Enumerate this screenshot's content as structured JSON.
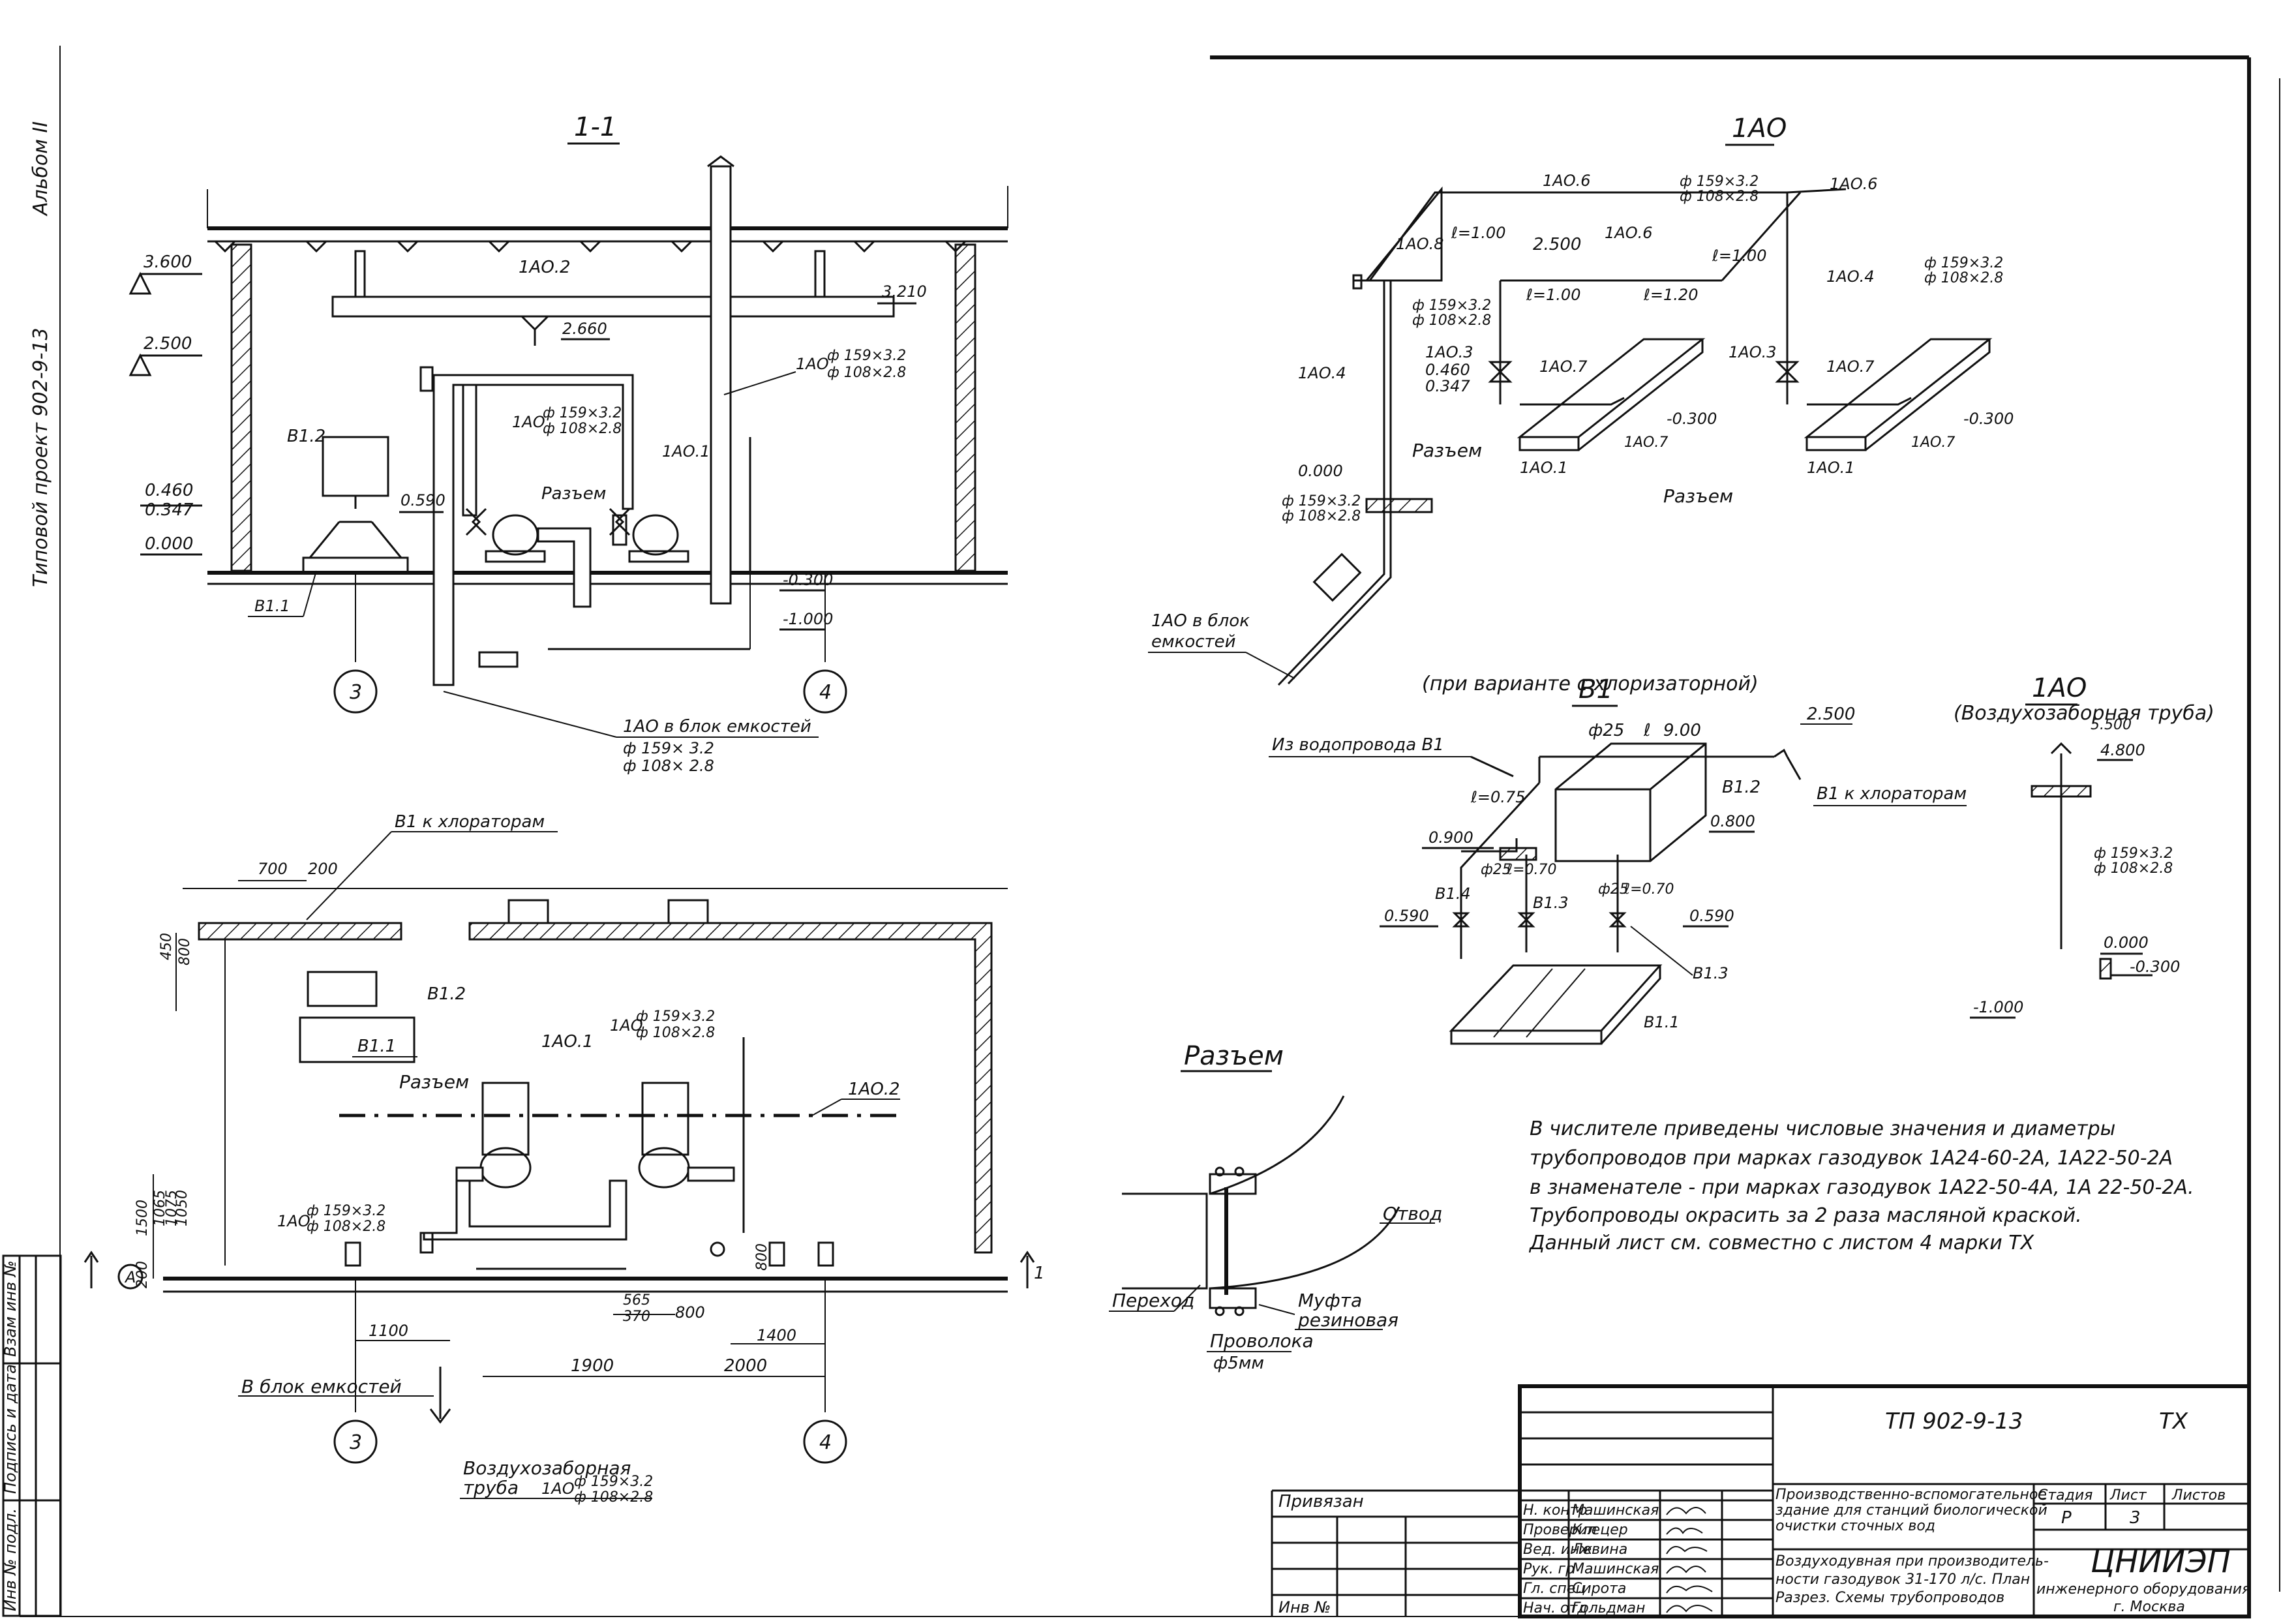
{
  "frame": {
    "side_album": "Альбом II",
    "side_project": "Типовой проект 902-9-13",
    "stamp_cols": [
      "Инв № подл.",
      "Подпись и дата",
      "Взам инв №"
    ]
  },
  "section_1_1": {
    "title": "1-1",
    "levels": [
      "3.600",
      "2.500",
      "0.460",
      "0.347",
      "0.000",
      "3.210",
      "2.660",
      "0.590",
      "-0.300",
      "-1.000"
    ],
    "labels": {
      "ao2": "1АО.2",
      "b12": "В1.2",
      "ao": "1АО",
      "ao1": "1АО.1",
      "b11": "В1.1",
      "razem": "Разъем",
      "pipe1_num": "ф 159×3.2",
      "pipe1_den": "ф 108×2.8",
      "pipe2_num": "ф 159×3.2",
      "pipe2_den": "ф 108×2.8",
      "ao_small": "1АО",
      "to_tanks": "1АО в блок емкостей",
      "to_tanks_num": "ф 159× 3.2",
      "to_tanks_den": "ф 108× 2.8"
    },
    "axes": [
      "3",
      "4"
    ]
  },
  "plan": {
    "labels": {
      "b1_chlor": "В1 к хлораторам",
      "b12": "В1.2",
      "b11": "В1.1",
      "ao1": "1АО.1",
      "ao": "1АО",
      "ao2": "1АО.2",
      "razem": "Разъем",
      "pipe_num": "ф 159×3.2",
      "pipe_den": "ф 108×2.8",
      "ao_left": "1АО",
      "left_num": "ф 159×3.2",
      "left_den": "ф 108×2.8",
      "to_tanks": "В блок емкостей",
      "air_pipe_1": "Воздухозаборная",
      "air_pipe_2": "труба",
      "air_ao": "1АО",
      "air_num": "ф 159×3.2",
      "air_den": "ф 108×2.8",
      "axis_a": "А",
      "cut": "1"
    },
    "dims": [
      "700",
      "200",
      "450",
      "800",
      "1500",
      "1065",
      "1075",
      "1050",
      "200",
      "1100",
      "565",
      "370",
      "800",
      "800",
      "1400",
      "1900",
      "2000"
    ],
    "axes": [
      "3",
      "4"
    ]
  },
  "scheme_1ao": {
    "title": "1АО",
    "labels": [
      "1АО.6",
      "1АО.6",
      "1АО.6",
      "1АО.8",
      "ℓ=1.00",
      "2.500",
      "ℓ=1.00",
      "ℓ=1.20",
      "ℓ=1.00",
      "1АО.4",
      "1АО.4",
      "1АО.3",
      "1АО.3",
      "0.460",
      "0.347",
      "1АО.7",
      "1АО.7",
      "1АО.7",
      "1АО.7",
      "-0.300",
      "-0.300",
      "Разъем",
      "Разъем",
      "1АО.1",
      "1АО.1",
      "0.000",
      "1АО в блок",
      "емкостей"
    ],
    "pipe_top_num": "ф 159×3.2",
    "pipe_top_den": "ф 108×2.8",
    "pipe_mid_num": "ф 159×3.2",
    "pipe_mid_den": "ф 108×2.8",
    "pipe_r_num": "ф 159×3.2",
    "pipe_r_den": "ф 108×2.8",
    "pipe_low_num": "ф 159×3.2",
    "pipe_low_den": "ф 108×2.8"
  },
  "scheme_b1": {
    "title": "В1",
    "subtitle": "(при варианте с хлоризаторной)",
    "labels": [
      "Из водопровода В1",
      "ф25",
      "ℓ",
      "9.00",
      "2.500",
      "В1 к хлораторам",
      "В1.2",
      "ℓ=0.75",
      "0.900",
      "0.800",
      "ф25",
      "ℓ=0.70",
      "ф25",
      "ℓ=0.70",
      "В1.4",
      "В1.3",
      "0.590",
      "0.590",
      "В1.3",
      "В1.1"
    ]
  },
  "scheme_air": {
    "title": "1АО",
    "subtitle": "(Воздухозаборная труба)",
    "labels": [
      "5.500",
      "4.800",
      "ф 159×3.2",
      "ф 108×2.8",
      "0.000",
      "-0.300",
      "-1.000"
    ]
  },
  "razem_detail": {
    "title": "Разъем",
    "labels": [
      "Отвод",
      "Переход",
      "Муфта",
      "резиновая",
      "Проволока",
      "ф5мм"
    ]
  },
  "notes": [
    "В числителе приведены числовые значения и диаметры",
    "трубопроводов при марках газодувок 1А24-60-2А, 1А22-50-2А",
    "в знаменателе - при марках газодувок 1А22-50-4А, 1А 22-50-2А.",
    "Трубопроводы окрасить за 2 раза масляной краской.",
    "Данный лист см. совместно с листом 4 марки ТХ"
  ],
  "title_block": {
    "code": "ТП 902-9-13",
    "mark": "ТХ",
    "privyazan": "Привязан",
    "inv": "Инв №",
    "roles": [
      "Н. контр",
      "Проверил",
      "Вед. инж",
      "Рук. гр",
      "Гл. спец",
      "Нач. отд"
    ],
    "names": [
      "Машинская",
      "Клецер",
      "Левина",
      "Машинская",
      "Сирота",
      "Гольдман"
    ],
    "project_name": [
      "Производственно-вспомогательное",
      "здание для станций биологической",
      "очистки сточных вод"
    ],
    "sheet_name": [
      "Воздуходувная при производитель-",
      "ности газодувок 31-170 л/с. План",
      "Разрез. Схемы трубопроводов"
    ],
    "col_heads": [
      "Стадия",
      "Лист",
      "Листов"
    ],
    "stage": "Р",
    "sheet": "3",
    "org": "ЦНИИЭП",
    "org_full": "инженерного оборудования",
    "city": "г. Москва"
  }
}
